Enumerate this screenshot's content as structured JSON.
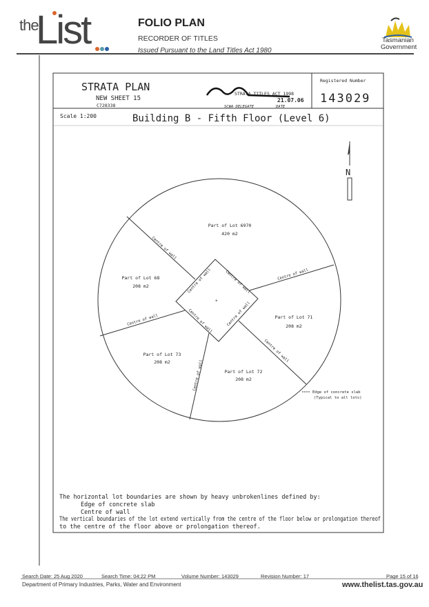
{
  "header": {
    "logo_small": "the",
    "logo_main": "List",
    "title": "FOLIO PLAN",
    "subtitle": "RECORDER OF TITLES",
    "issued": "Issued Pursuant to the Land Titles Act 1980",
    "gov_line1": "Tasmanian",
    "gov_line2": "Government"
  },
  "plan": {
    "title": "STRATA PLAN",
    "sheet": "NEW SHEET 15",
    "ref": "C728338",
    "stamp_act": "STRATA TITLES ACT 1998",
    "stamp_date": "21.07.06",
    "stamp_delegate": "SCWA DELEGATE",
    "stamp_date_label": "DATE",
    "registered_label": "Registered Number",
    "registered_number": "143029",
    "scale": "Scale 1:200",
    "drawing_title": "Building B - Fifth Floor (Level 6)",
    "north_label": "N",
    "wall_label": "Centre of wall",
    "lots": [
      {
        "name": "Part of Lot 6970",
        "area": "420 m2"
      },
      {
        "name": "Part of Lot 68",
        "area": "208 m2"
      },
      {
        "name": "Part of Lot 71",
        "area": "208 m2"
      },
      {
        "name": "Part of Lot 73",
        "area": "208 m2"
      },
      {
        "name": "Part of Lot 72",
        "area": "208 m2"
      }
    ],
    "edge_note_1": "Edge of concrete slab",
    "edge_note_2": "(Typical to all lots)",
    "notes": [
      "The horizontal lot boundaries are shown by heavy unbrokenlines defined by:",
      "Edge of concrete slab",
      "Centre of wall",
      "The vertical boundaries of the lot extend vertically from the centre of the floor below or prolongation thereof",
      "to the centre of the floor above or prolongation thereof."
    ]
  },
  "footer": {
    "search_date": "Search Date: 25 Aug 2020",
    "search_time": "Search Time: 04:22 PM",
    "volume": "Volume Number: 143029",
    "revision": "Revision Number: 17",
    "page": "Page 15 of  16",
    "department": "Department of Primary Industries, Parks, Water and Environment",
    "url": "www.thelist.tas.gov.au"
  },
  "colors": {
    "logo_dot_orange": "#d9662b",
    "logo_dot_teal": "#5a9aa8",
    "logo_dot_blue": "#2a5ea8",
    "gov_yellow": "#e5c21a"
  }
}
